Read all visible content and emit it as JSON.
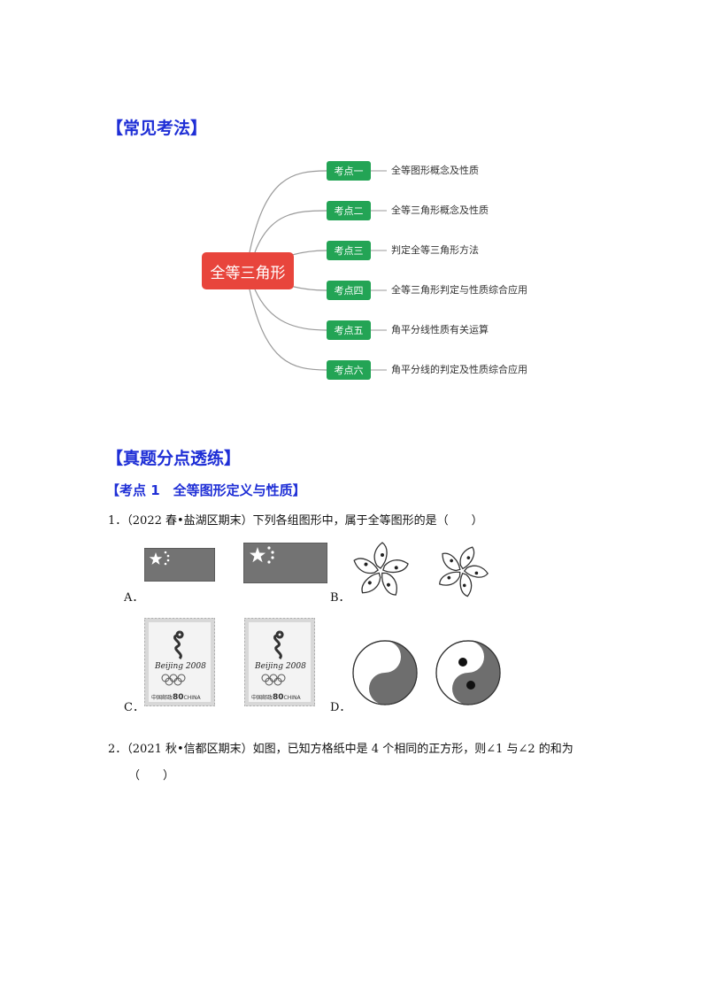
{
  "section1_title": "【常见考法】",
  "mindmap": {
    "root": "全等三角形",
    "items": [
      {
        "label": "考点一",
        "text": "全等图形概念及性质"
      },
      {
        "label": "考点二",
        "text": "全等三角形概念及性质"
      },
      {
        "label": "考点三",
        "text": "判定全等三角形方法"
      },
      {
        "label": "考点四",
        "text": "全等三角形判定与性质综合应用"
      },
      {
        "label": "考点五",
        "text": "角平分线性质有关运算"
      },
      {
        "label": "考点六",
        "text": "角平分线的判定及性质综合应用"
      }
    ]
  },
  "section2_title": "【真题分点透练】",
  "subsection1_title": "【考点 1　全等图形定义与性质】",
  "q1": {
    "text": "1．（2022 春•盐湖区期末）下列各组图形中，属于全等图形的是（　　）",
    "options": [
      "A．",
      "B．",
      "C．",
      "D．"
    ],
    "stamp": {
      "city": "Beijing 2008",
      "country": "中国邮政",
      "value": "80",
      "suffix": "CHINA"
    }
  },
  "q2": {
    "line1": "2．（2021 秋•信都区期末）如图，已知方格纸中是 4 个相同的正方形，则∠1 与∠2 的和为",
    "line2": "（　　）"
  },
  "colors": {
    "blue": "#1f2fd6",
    "root": "#e8453c",
    "node": "#23a455",
    "flag": "#737373"
  }
}
